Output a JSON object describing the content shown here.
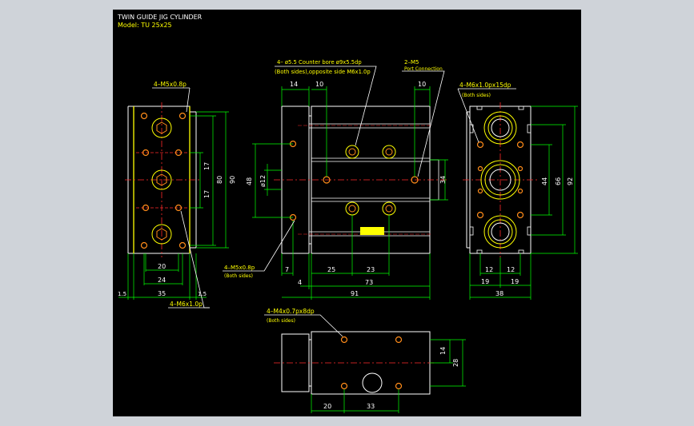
{
  "title": {
    "line1": "TWIN GUIDE JIG CYLINDER",
    "line2": "Model:  TU  25x25"
  },
  "colors": {
    "background_outer": "#cfd3d9",
    "canvas": "#000000",
    "outline": "#ffffff",
    "dimension": "#00ff00",
    "annotation": "#ffff00",
    "centerline": "#ff2a2a",
    "hole": "#ff8c1a",
    "leader": "#00ffff"
  },
  "callouts": {
    "left_top": "4–M5x0.8p",
    "left_bottom": "4–M6x1.0p",
    "center_top_l1": "4– ø5.5  Counter bore  ø9x5.5dp",
    "center_top_l2": "(Both sides),opposite side  M6x1.0p",
    "center_top_right_l1": "2–M5",
    "center_top_right_l2": "Port Connection",
    "center_bottom_l1": "4–M5x0.8p",
    "center_bottom_l2": "(Both sides)",
    "right_top_l1": "4–M6x1.0px15dp",
    "right_top_l2": "(Both sides)",
    "bottom_top_l1": "4–M4x0.7px8dp",
    "bottom_top_l2": "(Both sides)"
  },
  "dims": {
    "left": {
      "d80": "80",
      "d90": "90",
      "d17a": "17",
      "d17b": "17",
      "d20": "20",
      "d24": "24",
      "d35": "35",
      "d15a": "1.5",
      "d15b": "1.5"
    },
    "center": {
      "d14": "14",
      "d10a": "10",
      "d10b": "10",
      "d48": "48",
      "phi12": "ø12",
      "d34": "34",
      "d7": "7",
      "d25": "25",
      "d23": "23",
      "d4": "4",
      "d73": "73",
      "d91": "91"
    },
    "right": {
      "d44": "44",
      "d66": "66",
      "d92": "92",
      "d12a": "12",
      "d12b": "12",
      "d19a": "19",
      "d19b": "19",
      "d38": "38"
    },
    "bottom": {
      "d14": "14",
      "d28": "28",
      "d20": "20",
      "d33": "33"
    }
  }
}
